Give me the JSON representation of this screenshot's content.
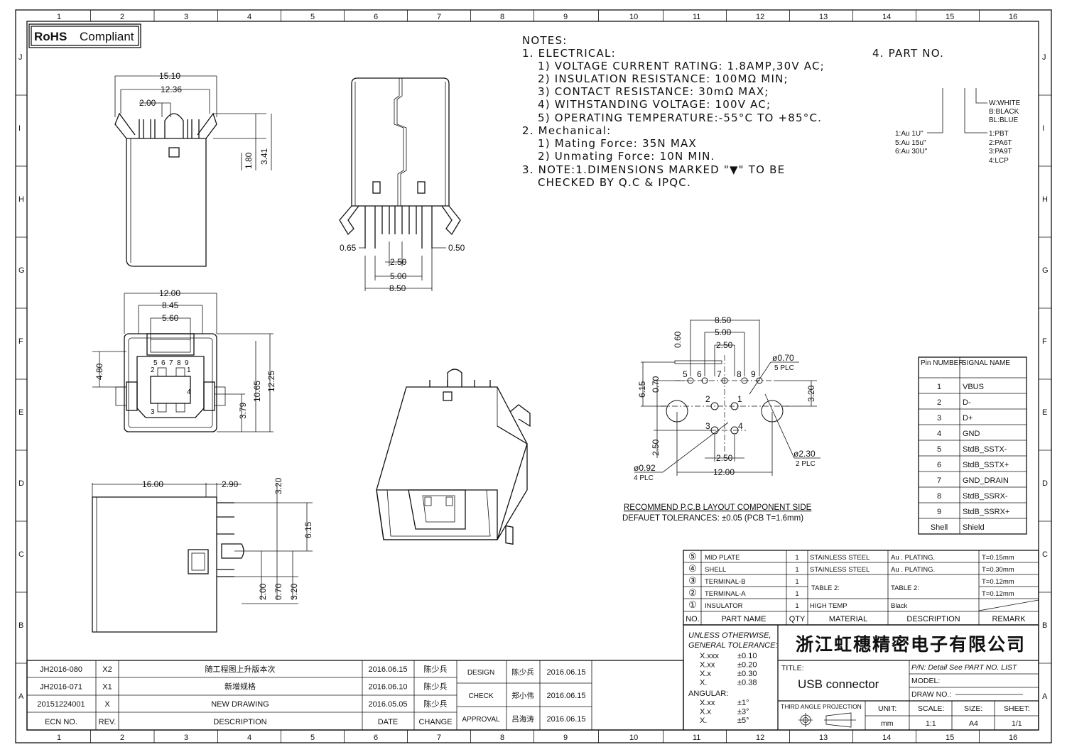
{
  "rohs": {
    "bold": "RoHS",
    "text": "Compliant"
  },
  "zones": {
    "cols": [
      "1",
      "2",
      "3",
      "4",
      "5",
      "6",
      "7",
      "8",
      "9",
      "10",
      "11",
      "12",
      "13",
      "14",
      "15",
      "16"
    ],
    "rows": [
      "J",
      "I",
      "H",
      "G",
      "F",
      "E",
      "D",
      "C",
      "B",
      "A"
    ]
  },
  "notes": {
    "title": "NOTES:",
    "electrical": "1. ELECTRICAL:",
    "e1": "1) VOLTAGE CURRENT RATING: 1.8AMP,30V AC;",
    "e2": "2) INSULATION RESISTANCE: 100MΩ MIN;",
    "e3": "3) CONTACT RESISTANCE: 30mΩ MAX;",
    "e4": "4) WITHSTANDING VOLTAGE: 100V AC;",
    "e5": "5) OPERATING TEMPERATURE:-55°C TO +85°C.",
    "mechanical": "2. Mechanical:",
    "m1": "1) Mating Force: 35N MAX",
    "m2": "2) Unmating Force: 10N MIN.",
    "n3a": "3. NOTE:1.DIMENSIONS MARKED \"▼\" TO BE",
    "n3b": "CHECKED BY Q.C & IPQC."
  },
  "part_no": {
    "title": "4. PART NO.",
    "color": [
      "W:WHITE",
      "B:BLACK",
      "BL:BLUE"
    ],
    "material": [
      "1:PBT",
      "2:PA6T",
      "3:PA9T",
      "4:LCP"
    ],
    "plating": [
      "1:Au  1U\"",
      "5:Au  15u\"",
      "6:Au  30U\""
    ]
  },
  "dims": {
    "top": [
      "15.10",
      "12.36",
      "2.00",
      "1.80",
      "3.41"
    ],
    "side": [
      "0.65",
      "0.50",
      "2.50",
      "5.00",
      "8.50"
    ],
    "front": [
      "12.00",
      "8.45",
      "5.60",
      "4.80",
      "10.65",
      "12.25",
      "3.79"
    ],
    "front_pins": [
      "5",
      "6",
      "7",
      "8",
      "9",
      "2",
      "1",
      "3",
      "4"
    ],
    "bottom": [
      "16.00",
      "2.90",
      "3.20",
      "6.15",
      "2.00",
      "0.70",
      "3.20"
    ]
  },
  "pcb": {
    "dims": [
      "8.50",
      "5.00",
      "2.50",
      "0.60",
      "6.15",
      "0.70",
      "3.20",
      "2.50",
      "2.50",
      "12.00"
    ],
    "pins": [
      "5",
      "6",
      "7",
      "8",
      "9",
      "2",
      "1",
      "3",
      "4"
    ],
    "hole1": "ø0.70",
    "hole1_qty": "5 PLC",
    "hole2": "ø2.30",
    "hole2_qty": "2 PLC",
    "hole3": "ø0.92",
    "hole3_qty": "4 PLC",
    "caption": "RECOMMEND P.C.B LAYOUT COMPONENT SIDE",
    "tolerance": "DEFAUET TOLERANCES: ±0.05 (PCB T=1.6mm)"
  },
  "pin_table": {
    "header": [
      "Pin NUMBER",
      "SIGNAL NAME"
    ],
    "rows": [
      [
        "1",
        "VBUS"
      ],
      [
        "2",
        "D-"
      ],
      [
        "3",
        "D+"
      ],
      [
        "4",
        "GND"
      ],
      [
        "5",
        "StdB_SSTX-"
      ],
      [
        "6",
        "StdB_SSTX+"
      ],
      [
        "7",
        "GND_DRAIN"
      ],
      [
        "8",
        "StdB_SSRX-"
      ],
      [
        "9",
        "StdB_SSRX+"
      ],
      [
        "Shell",
        "Shield"
      ]
    ]
  },
  "bom": {
    "header": [
      "NO.",
      "PART NAME",
      "QTY",
      "MATERIAL",
      "DESCRIPTION",
      "REMARK"
    ],
    "rows": [
      {
        "no": "⑤",
        "name": "MID PLATE",
        "qty": "1",
        "material": "STAINLESS STEEL",
        "desc": "Au . PLATING.",
        "remark": "T=0.15mm"
      },
      {
        "no": "④",
        "name": "SHELL",
        "qty": "1",
        "material": "STAINLESS STEEL",
        "desc": "Au . PLATING.",
        "remark": "T=0.30mm"
      },
      {
        "no": "③",
        "name": "TERMINAL-B",
        "qty": "1",
        "material": "TABLE 2:",
        "desc": "TABLE 2:",
        "remark": "T=0.12mm"
      },
      {
        "no": "②",
        "name": "TERMINAL-A",
        "qty": "1",
        "material": "",
        "desc": "",
        "remark": "T=0.12mm"
      },
      {
        "no": "①",
        "name": "INSULATOR",
        "qty": "1",
        "material": "HIGH TEMP",
        "desc": "Black",
        "remark": ""
      }
    ]
  },
  "tolerance": {
    "title1": "UNLESS OTHERWISE,",
    "title2": "GENERAL TOLERANCE:",
    "linear": [
      [
        "X.xxx",
        "±0.10"
      ],
      [
        "X.xx",
        "±0.20"
      ],
      [
        "X.x",
        "±0.30"
      ],
      [
        "X.",
        "±0.38"
      ]
    ],
    "angular_label": "ANGULAR:",
    "angular": [
      [
        "X.xx",
        "±1°"
      ],
      [
        "X.x",
        "±3°"
      ],
      [
        "X.",
        "±5°"
      ]
    ]
  },
  "title_block": {
    "company": "浙江虹穗精密电子有限公司",
    "title_label": "TITLE:",
    "title": "USB connector",
    "pn": "P/N: Detail See PART NO. LIST",
    "model": "MODEL:",
    "draw_no": "DRAW NO.:",
    "projection": "THIRD ANGLE PROJECTION",
    "unit_label": "UNIT:",
    "unit": "mm",
    "scale_label": "SCALE:",
    "scale": "1:1",
    "size_label": "SIZE:",
    "size": "A4",
    "sheet_label": "SHEET:",
    "sheet": "1/1"
  },
  "revisions": {
    "header": [
      "ECN NO.",
      "REV.",
      "DESCRIPTION",
      "DATE",
      "CHANGE"
    ],
    "rows": [
      [
        "JH2016-080",
        "X2",
        "随工程图上升版本次",
        "2016.06.15",
        "陈少兵"
      ],
      [
        "JH2016-071",
        "X1",
        "新增规格",
        "2016.06.10",
        "陈少兵"
      ],
      [
        "20151224001",
        "X",
        "NEW DRAWING",
        "2016.05.05",
        "陈少兵"
      ]
    ]
  },
  "approvals": [
    {
      "role": "DESIGN",
      "name": "陈少兵",
      "date": "2016.06.15"
    },
    {
      "role": "CHECK",
      "name": "郑小伟",
      "date": "2016.06.15"
    },
    {
      "role": "APPROVAL",
      "name": "吕海涛",
      "date": "2016.06.15"
    }
  ]
}
